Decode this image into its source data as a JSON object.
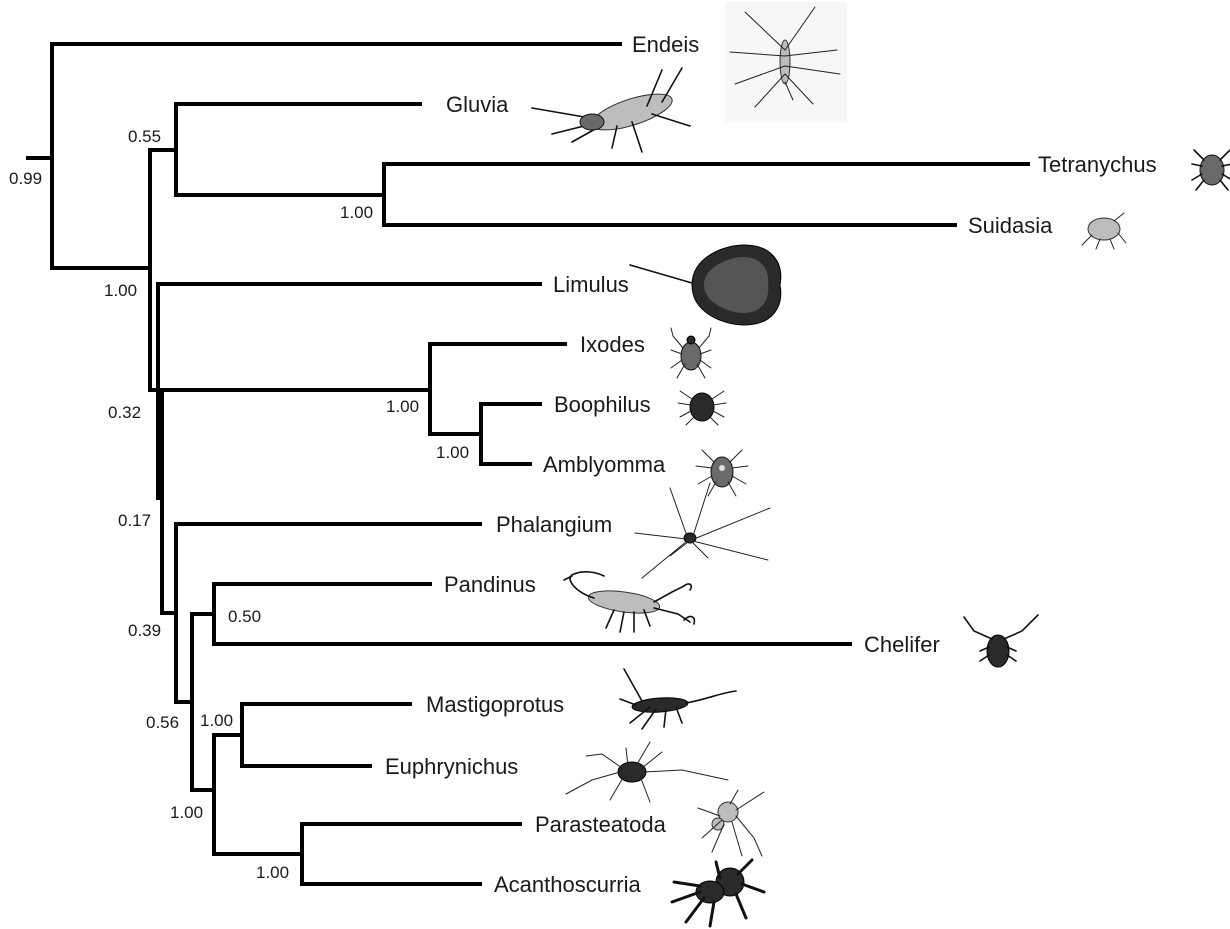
{
  "tree": {
    "taxa": [
      {
        "id": "endeis",
        "label": "Endeis",
        "icon": "sea-spider-icon"
      },
      {
        "id": "gluvia",
        "label": "Gluvia",
        "icon": "solifuge-icon"
      },
      {
        "id": "tetranychus",
        "label": "Tetranychus",
        "icon": "spider-mite-icon"
      },
      {
        "id": "suidasia",
        "label": "Suidasia",
        "icon": "mite-icon"
      },
      {
        "id": "limulus",
        "label": "Limulus",
        "icon": "horseshoe-crab-icon"
      },
      {
        "id": "ixodes",
        "label": "Ixodes",
        "icon": "tick-icon"
      },
      {
        "id": "boophilus",
        "label": "Boophilus",
        "icon": "cattle-tick-icon"
      },
      {
        "id": "amblyomma",
        "label": "Amblyomma",
        "icon": "lone-star-tick-icon"
      },
      {
        "id": "phalangium",
        "label": "Phalangium",
        "icon": "harvestman-icon"
      },
      {
        "id": "pandinus",
        "label": "Pandinus",
        "icon": "scorpion-icon"
      },
      {
        "id": "chelifer",
        "label": "Chelifer",
        "icon": "pseudoscorpion-icon"
      },
      {
        "id": "mastigoprotus",
        "label": "Mastigoprotus",
        "icon": "whip-scorpion-icon"
      },
      {
        "id": "euphrynichus",
        "label": "Euphrynichus",
        "icon": "whip-spider-icon"
      },
      {
        "id": "parasteatoda",
        "label": "Parasteatoda",
        "icon": "house-spider-icon"
      },
      {
        "id": "acanthoscurria",
        "label": "Acanthoscurria",
        "icon": "tarantula-icon"
      }
    ],
    "supports": {
      "root": "0.99",
      "gluvia_mites": "0.55",
      "mites": "1.00",
      "arachnida_core": "1.00",
      "limulus_rest": "0.32",
      "ticks": "1.00",
      "boophilus_amblyomma": "1.00",
      "ticks_rest": "0.17",
      "phalangium_rest": "0.39",
      "pandinus_chelifer": "0.50",
      "scorp_tetrapulmonata": "0.56",
      "amblypygi_uropygi": "1.00",
      "tetrapulmonata": "1.00",
      "araneae": "1.00"
    },
    "colors": {
      "branch": "#000000",
      "text": "#1a1a1a"
    }
  }
}
